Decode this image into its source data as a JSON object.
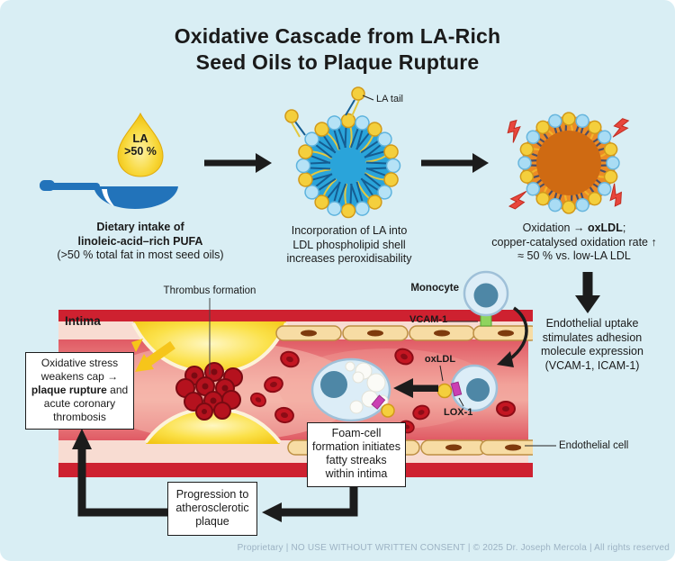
{
  "title": {
    "line1": "Oxidative Cascade from LA-Rich",
    "line2": "Seed Oils to Plaque Rupture"
  },
  "panel_dietary": {
    "droplet_label": "LA",
    "droplet_value": ">50 %",
    "caption_line1": "Dietary intake of",
    "caption_line2": "linoleic-acid–rich PUFA",
    "caption_line3": "(>50 % total fat in most seed oils)"
  },
  "panel_ldl": {
    "tail_label": "LA tail",
    "caption_line1": "Incorporation of LA into",
    "caption_line2": "LDL phospholipid shell",
    "caption_line3": "increases peroxidisability"
  },
  "panel_oxldl": {
    "caption_pre": "Oxidation → ",
    "caption_bold": "oxLDL",
    "caption_post": ";",
    "caption_line2": "copper-catalysed oxidation rate ↑",
    "caption_line3": "≈ 50 % vs. low-LA LDL"
  },
  "uptake_note": {
    "line1": "Endothelial uptake",
    "line2": "stimulates adhesion",
    "line3": "molecule expression",
    "line4": "(VCAM-1, ICAM-1)"
  },
  "vessel_labels": {
    "intima": "Intima",
    "thrombus": "Thrombus formation",
    "monocyte": "Monocyte",
    "vcam": "VCAM-1",
    "oxldl": "oxLDL",
    "lox": "LOX-1",
    "endothelial": "Endothelial cell"
  },
  "box_rupture": {
    "line1": "Oxidative stress",
    "line2": "weakens cap →",
    "line3_bold": "plaque rupture",
    "line3_rest": " and",
    "line4": "acute coronary",
    "line5": "thrombosis"
  },
  "box_foam": {
    "line1": "Foam-cell",
    "line2": "formation initiates",
    "line3": "fatty streaks",
    "line4": "within intima"
  },
  "box_progression": {
    "line1": "Progression to",
    "line2": "atherosclerotic",
    "line3": "plaque"
  },
  "footer": "Proprietary | NO USE WITHOUT WRITTEN CONSENT | © 2025 Dr. Joseph Mercola | All rights reserved",
  "colors": {
    "background": "#d9eef4",
    "ink_black": "#1c1c1c",
    "vessel_red": "#ce2130",
    "intima_pink": "#f8dcd2",
    "lumen_pink": "#ef8f8c",
    "plaque_yellow": "#f6c816",
    "ldl_blue": "#2aa4da",
    "oxldl_orange": "#ec8b25",
    "lightning_red": "#e8463c",
    "cell_blue": "#dcedf7",
    "nucleus_teal": "#4e87a6",
    "receptor_magenta": "#cb3fb3",
    "endothelial_tan": "#f7dca4",
    "pan_blue": "#2273ba"
  }
}
